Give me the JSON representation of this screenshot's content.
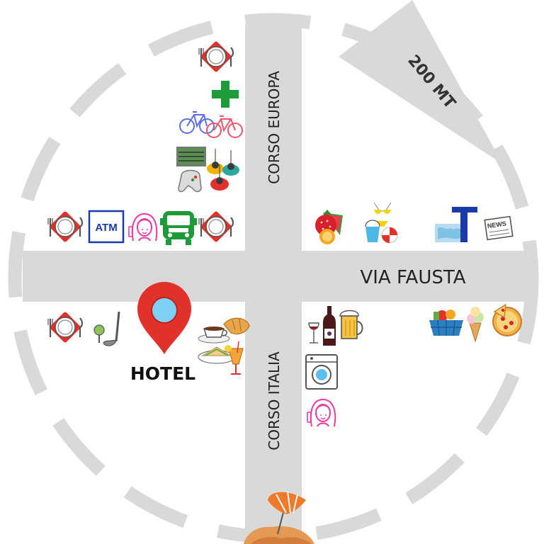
{
  "map": {
    "streets": {
      "horizontal": "VIA FAUSTA",
      "vertical_north": "CORSO EUROPA",
      "vertical_south": "CORSO ITALIA"
    },
    "hotel_label": "HOTEL",
    "scale_label": "200 MT",
    "atm_label": "ATM",
    "colors": {
      "road": "#d9d9d9",
      "ring": "#d9d9d9",
      "pin": "#e0312b",
      "pin_center": "#7fd0f5",
      "pharmacy": "#1e9c3a",
      "atm": "#1a3aa8",
      "bus": "#1f9a3a",
      "hairdresser": "#e83aa5",
      "tourist_info": "#1a3aa8"
    },
    "icons": {
      "north_west": [
        "restaurant-icon",
        "pharmacy-cross-icon",
        "bicycles-icon",
        "arcade-games-icon"
      ],
      "west_row": [
        "restaurant-icon",
        "atm-icon",
        "hairdresser-icon",
        "bus-icon",
        "restaurant-icon"
      ],
      "north_east": [
        "fruit-icon",
        "beach-toys-icon",
        "tourist-info-icon",
        "newspaper-icon"
      ],
      "south_west": [
        "restaurant-icon",
        "golf-icon",
        "hotel-pin-icon",
        "breakfast-icon",
        "cocktail-icon"
      ],
      "south_east": [
        "wine-icon",
        "beer-icon",
        "laundry-icon",
        "hairdresser-icon",
        "grocery-basket-icon",
        "ice-cream-icon",
        "pizza-icon",
        "beach-umbrella-icon"
      ]
    }
  }
}
